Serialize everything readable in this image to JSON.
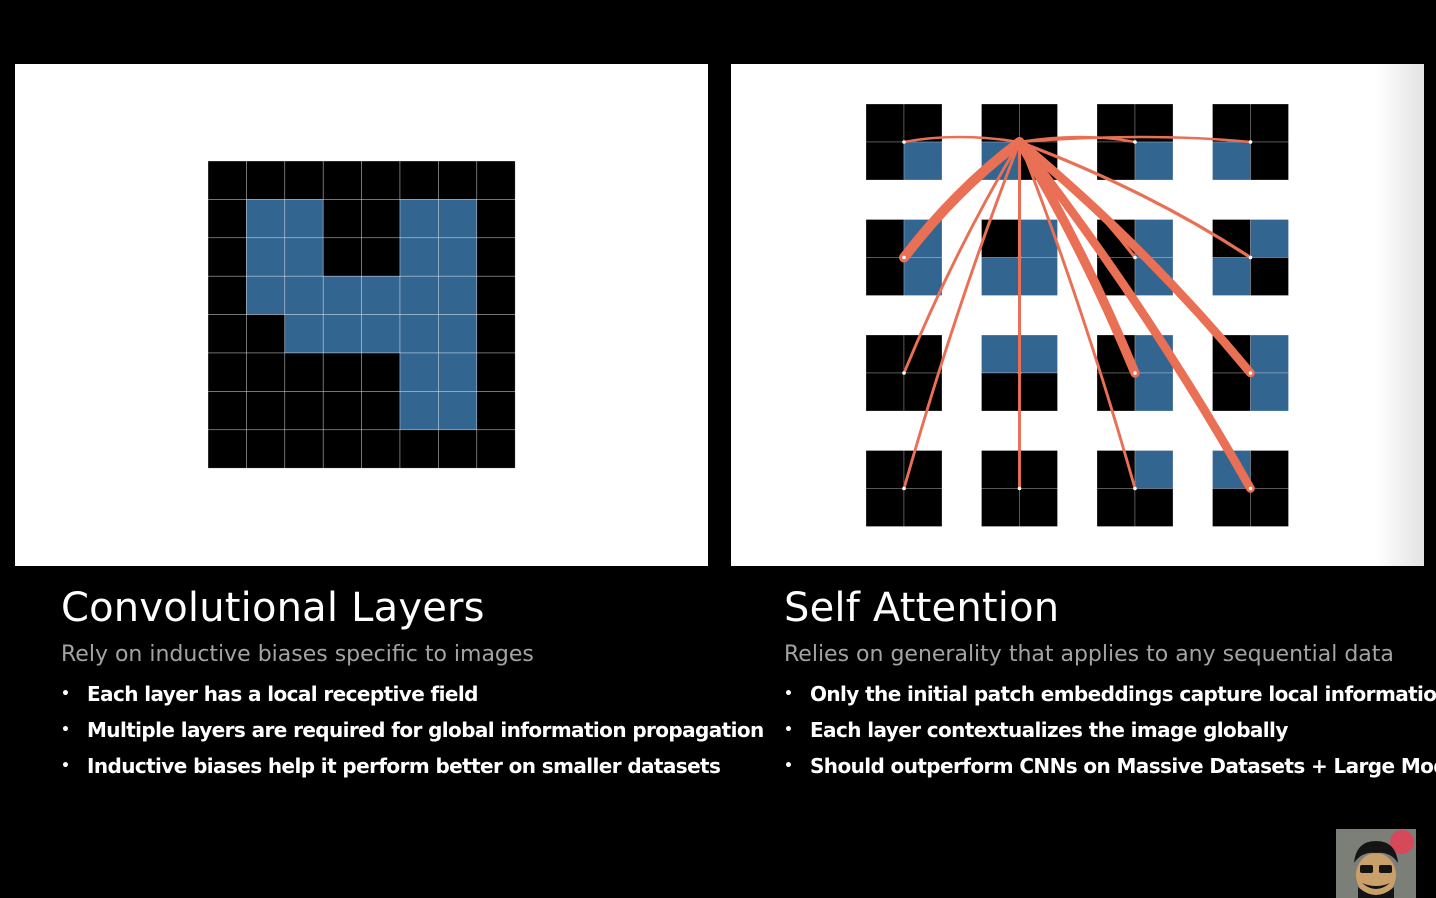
{
  "colors": {
    "background": "#000000",
    "panel": "#ffffff",
    "grid_black": "#000000",
    "grid_blue": "#336591",
    "attention_line": "#e96f55",
    "subtitle_gray": "#a3a3a3"
  },
  "left": {
    "title": "Convolutional Layers",
    "subtitle": "Rely on inductive biases specific to images",
    "bullets": [
      "Each layer has a local receptive field",
      "Multiple layers are required for global information propagation",
      "Inductive biases help it perform better on smaller datasets"
    ],
    "digit_grid": [
      [
        0,
        0,
        0,
        0,
        0,
        0,
        0,
        0
      ],
      [
        0,
        1,
        1,
        0,
        0,
        1,
        1,
        0
      ],
      [
        0,
        1,
        1,
        0,
        0,
        1,
        1,
        0
      ],
      [
        0,
        1,
        1,
        1,
        1,
        1,
        1,
        0
      ],
      [
        0,
        0,
        1,
        1,
        1,
        1,
        1,
        0
      ],
      [
        0,
        0,
        0,
        0,
        0,
        1,
        1,
        0
      ],
      [
        0,
        0,
        0,
        0,
        0,
        1,
        1,
        0
      ],
      [
        0,
        0,
        0,
        0,
        0,
        0,
        0,
        0
      ]
    ]
  },
  "right": {
    "title": "Self Attention",
    "subtitle": "Relies on generality that applies to any sequential data",
    "bullets": [
      "Only the initial patch embeddings capture local information",
      "Each layer contextualizes the image globally",
      "Should outperform CNNs on Massive Datasets + Large Models"
    ],
    "patches": [
      [
        [
          0,
          0,
          0,
          1
        ],
        [
          0,
          0,
          1,
          0
        ],
        [
          0,
          0,
          0,
          1
        ],
        [
          0,
          0,
          1,
          0
        ]
      ],
      [
        [
          0,
          1,
          0,
          1
        ],
        [
          0,
          1,
          1,
          1
        ],
        [
          0,
          1,
          0,
          1
        ],
        [
          0,
          1,
          1,
          0
        ]
      ],
      [
        [
          0,
          0,
          0,
          0
        ],
        [
          1,
          1,
          0,
          0
        ],
        [
          0,
          1,
          0,
          1
        ],
        [
          0,
          1,
          0,
          1
        ]
      ],
      [
        [
          0,
          0,
          0,
          0
        ],
        [
          0,
          0,
          0,
          0
        ],
        [
          0,
          1,
          0,
          0
        ],
        [
          1,
          0,
          0,
          0
        ]
      ]
    ],
    "attention_source": [
      1,
      0
    ],
    "attention_weights": [
      [
        0.4,
        0,
        0.4,
        0.4
      ],
      [
        2.6,
        0.5,
        0.6,
        0.6
      ],
      [
        0.5,
        0.5,
        2.4,
        2.2
      ],
      [
        0.5,
        0.5,
        0.5,
        2.2
      ]
    ]
  },
  "avatar": {
    "icon": "presenter-avatar-icon"
  }
}
